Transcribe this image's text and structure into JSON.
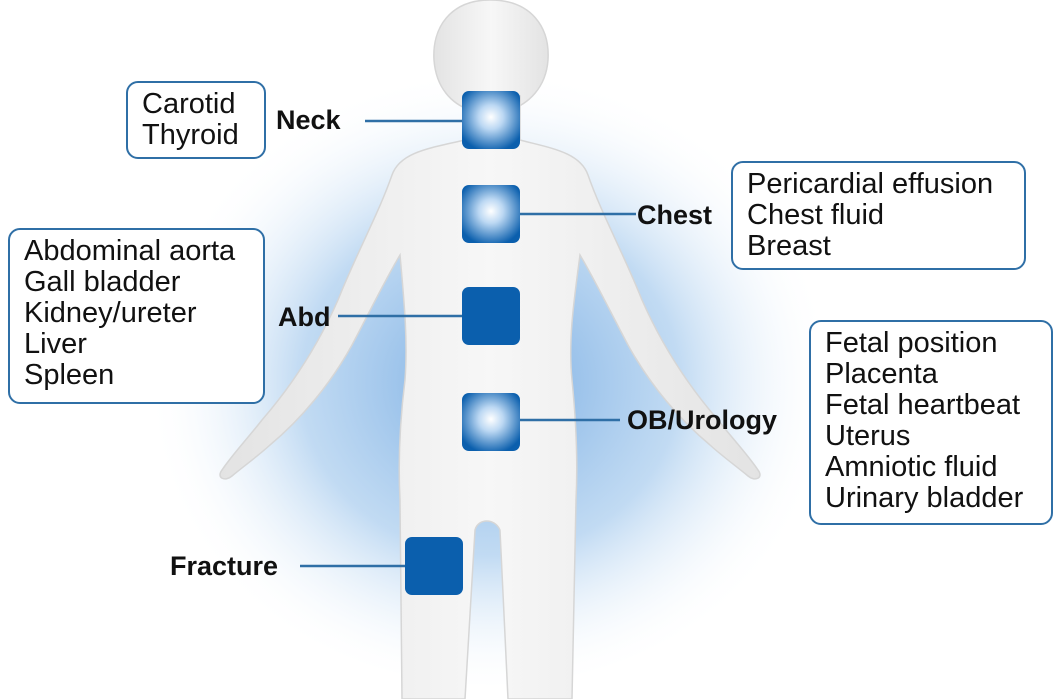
{
  "colors": {
    "accent": "#0b5fad",
    "leader": "#2f6fa6",
    "glow": "#a9cdef",
    "body": "#eeeeee"
  },
  "regions": {
    "neck": {
      "label": "Neck",
      "items": [
        "Carotid",
        "Thyroid"
      ]
    },
    "chest": {
      "label": "Chest",
      "items": [
        "Pericardial effusion",
        "Chest fluid",
        "Breast"
      ]
    },
    "abd": {
      "label": "Abd",
      "items": [
        "Abdominal aorta",
        "Gall bladder",
        "Kidney/ureter",
        "Liver",
        "Spleen"
      ]
    },
    "ob": {
      "label": "OB/Urology",
      "items": [
        "Fetal position",
        "Placenta",
        "Fetal heartbeat",
        "Uterus",
        "Amniotic fluid",
        "Urinary bladder"
      ]
    },
    "fracture": {
      "label": "Fracture"
    }
  }
}
